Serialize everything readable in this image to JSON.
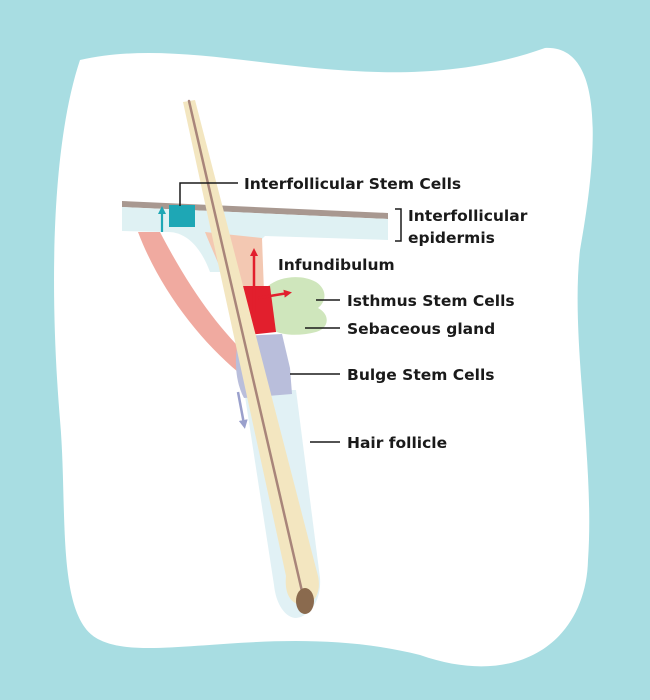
{
  "labels": {
    "interfollicular_stem_cells": "Interfollicular Stem Cells",
    "interfollicular_epidermis_line1": "Interfollicular",
    "interfollicular_epidermis_line2": "epidermis",
    "infundibulum": "Infundibulum",
    "isthmus_stem_cells": "Isthmus Stem Cells",
    "sebaceous_gland": "Sebaceous gland",
    "bulge_stem_cells": "Bulge Stem Cells",
    "hair_follicle": "Hair follicle"
  },
  "colors": {
    "background": "#a8dde2",
    "panel": "#ffffff",
    "skin_surface": "#a89890",
    "epidermis": "#dff1f3",
    "interfollicular_stem_cells": "#1ea7b5",
    "infundibulum": "#f3c8b2",
    "isthmus": "#e21f2d",
    "sebaceous_gland": "#cfe6bc",
    "bulge": "#b9bedb",
    "hair_shaft": "#f3e6c0",
    "hair_core": "#a8857a",
    "follicle_sheath": "#e1f1f5",
    "arrector_muscle": "#f0aaa0",
    "papilla": "#8a6a4e",
    "arrow_red": "#e21f2d",
    "arrow_teal": "#1ea7b5",
    "arrow_lavender": "#9aa0cc",
    "leader": "#1a1a1a"
  }
}
